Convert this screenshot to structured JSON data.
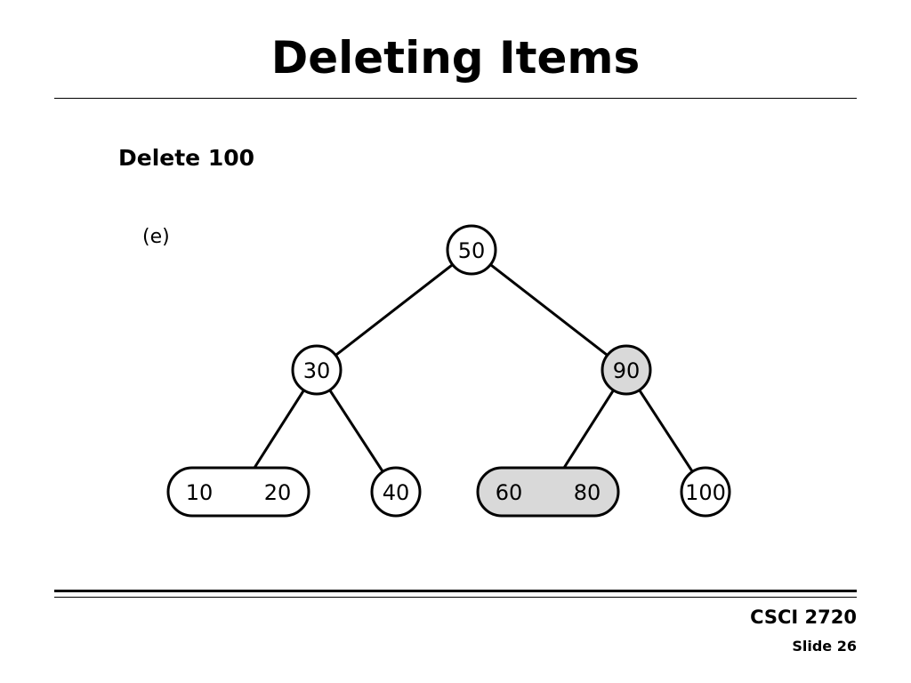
{
  "slide": {
    "title": "Deleting Items",
    "subtitle": "Delete 100",
    "footer_course": "CSCI 2720",
    "footer_slide": "Slide 26"
  },
  "diagram": {
    "figure_label": "(e)",
    "colors": {
      "node_fill": "#ffffff",
      "highlight_fill": "#d9d9d9",
      "stroke": "#000000"
    },
    "nodes": [
      {
        "id": "n50",
        "keys": [
          "50"
        ],
        "highlighted": false
      },
      {
        "id": "n30",
        "keys": [
          "30"
        ],
        "highlighted": false
      },
      {
        "id": "n90",
        "keys": [
          "90"
        ],
        "highlighted": true
      },
      {
        "id": "n10-20",
        "keys": [
          "10",
          "20"
        ],
        "highlighted": false
      },
      {
        "id": "n40",
        "keys": [
          "40"
        ],
        "highlighted": false
      },
      {
        "id": "n60-80",
        "keys": [
          "60",
          "80"
        ],
        "highlighted": true
      },
      {
        "id": "n100",
        "keys": [
          "100"
        ],
        "highlighted": false
      }
    ],
    "edges": [
      {
        "from": "n50",
        "to": "n30"
      },
      {
        "from": "n50",
        "to": "n90"
      },
      {
        "from": "n30",
        "to": "n10-20"
      },
      {
        "from": "n30",
        "to": "n40"
      },
      {
        "from": "n90",
        "to": "n60-80"
      },
      {
        "from": "n90",
        "to": "n100"
      }
    ]
  }
}
